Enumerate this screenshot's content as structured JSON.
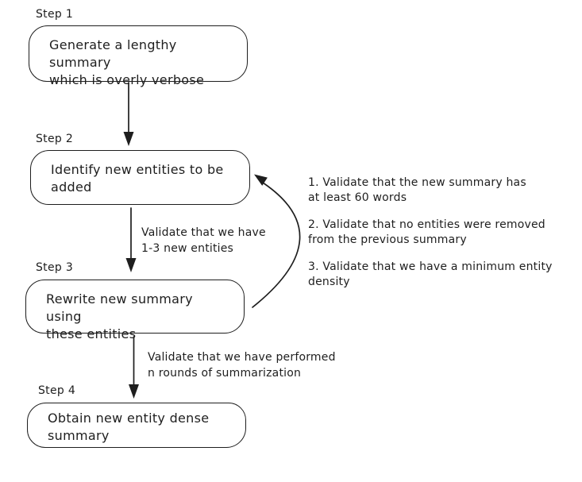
{
  "colors": {
    "stroke": "#1e1e1e",
    "background": "#ffffff"
  },
  "steps": [
    {
      "label": "Step 1",
      "line1": "Generate a lengthy summary",
      "line2": "which is overly verbose"
    },
    {
      "label": "Step 2",
      "line1": "Identify new entities to be",
      "line2": "added"
    },
    {
      "label": "Step 3",
      "line1": "Rewrite new summary using",
      "line2": "these entities"
    },
    {
      "label": "Step 4",
      "line1": "Obtain new entity dense",
      "line2": "summary"
    }
  ],
  "edge_labels": [
    {
      "line1": "Validate that we have",
      "line2": "1-3 new entities"
    },
    {
      "line1": "Validate that we have performed",
      "line2": "n rounds of summarization"
    }
  ],
  "validations": [
    {
      "line1": "1. Validate that the new summary has",
      "line2": "at least 60 words"
    },
    {
      "line1": "2. Validate that no entities were removed",
      "line2": "from the previous summary"
    },
    {
      "line1": "3. Validate that we have a minimum entity",
      "line2": "density"
    }
  ]
}
